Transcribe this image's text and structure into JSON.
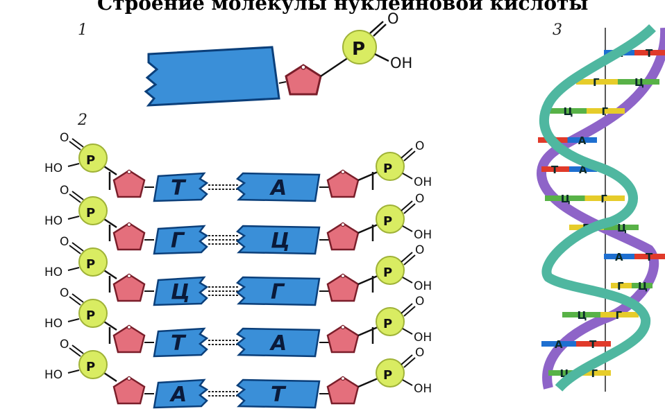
{
  "title": "Строение молекулы нуклеиновой кислоты",
  "panels": {
    "p1": {
      "number": "1",
      "phosphate": "P",
      "oxygen": "O",
      "hydroxyl": "OH"
    },
    "p2": {
      "number": "2",
      "phosphate": "P",
      "oxygen": "O",
      "hydroxyl_left": "HO",
      "hydroxyl_right": "OH",
      "pairs": [
        {
          "left": "Т",
          "right": "А",
          "bonds": 2
        },
        {
          "left": "Г",
          "right": "Ц",
          "bonds": 3
        },
        {
          "left": "Ц",
          "right": "Г",
          "bonds": 3
        },
        {
          "left": "Т",
          "right": "А",
          "bonds": 2
        },
        {
          "left": "А",
          "right": "Т",
          "bonds": 2
        }
      ]
    },
    "p3": {
      "number": "3",
      "rungs": [
        {
          "left": "А",
          "right": "Т"
        },
        {
          "left": "Г",
          "right": "Ц"
        },
        {
          "left": "Ц",
          "right": "Г"
        },
        {
          "left": "Т",
          "right": "А"
        },
        {
          "left": "Т",
          "right": "А"
        },
        {
          "left": "Ц",
          "right": "Г"
        },
        {
          "left": "Г",
          "right": "Ц"
        },
        {
          "left": "А",
          "right": "Т"
        },
        {
          "left": "Г",
          "right": "Ц"
        },
        {
          "left": "Ц",
          "right": "Г"
        },
        {
          "left": "А",
          "right": "Т"
        },
        {
          "left": "Ц",
          "right": "Г"
        }
      ]
    }
  },
  "colors": {
    "base": "#3a8fd8",
    "base_stroke": "#0b3f7a",
    "sugar": "#e46f7c",
    "sugar_stroke": "#7a1e2a",
    "phosphate": "#d9ec62",
    "strand_purple": "#8e64c8",
    "strand_teal": "#4fb7a0",
    "letter_colors": {
      "А": "#1e6fd0",
      "Т": "#e03a2a",
      "Г": "#e6cc2a",
      "Ц": "#58b247"
    }
  }
}
